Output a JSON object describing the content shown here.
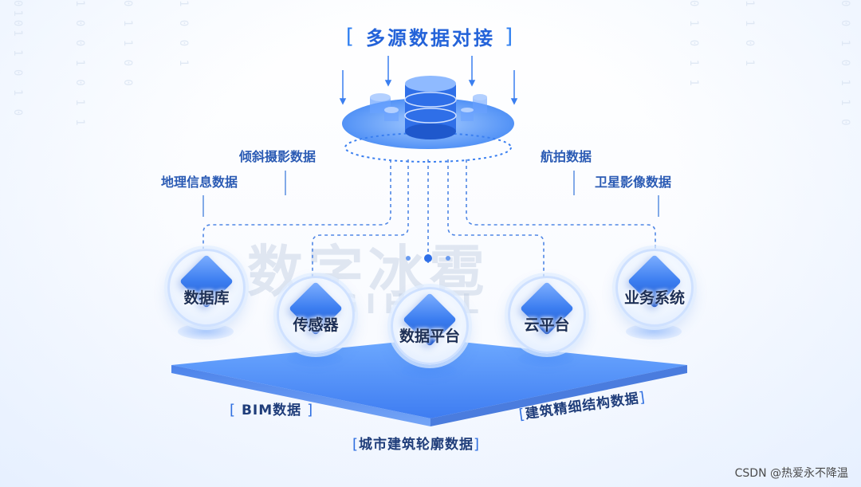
{
  "title": "多源数据对接",
  "sources": {
    "oblique_photo": "倾斜摄影数据",
    "gis": "地理信息数据",
    "aerial": "航拍数据",
    "satellite": "卫星影像数据"
  },
  "nodes": [
    {
      "label": "数据库"
    },
    {
      "label": "传感器"
    },
    {
      "label": "数据平台"
    },
    {
      "label": "云平台"
    },
    {
      "label": "业务系统"
    }
  ],
  "bottom": {
    "bim": "BIM数据",
    "outline": "城市建筑轮廓数据",
    "fine": "建筑精细结构数据"
  },
  "watermark": {
    "cn": "数字冰雹",
    "en": "DIGIHAIL"
  },
  "footer": "CSDN @热爱永不降温",
  "colors": {
    "primary": "#2f7ff0",
    "title": "#2463d9",
    "label": "#2b5bb4"
  }
}
